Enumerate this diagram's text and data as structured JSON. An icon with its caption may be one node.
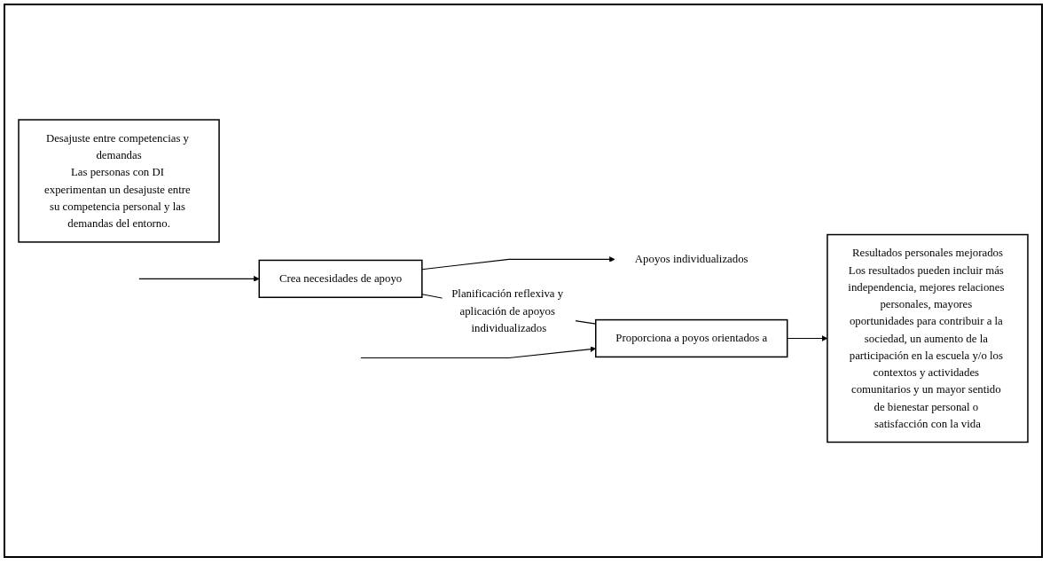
{
  "diagram": {
    "nodes": [
      {
        "text": [
          "Desajuste entre competencias y demandas",
          "Las personas con DI experimentan un desajuste entre su competencia personal y las demandas del entorno."
        ]
      },
      {
        "text": [
          "Crea necesidades de apoyo"
        ]
      },
      {
        "text": [
          "Apoyos individualizados"
        ]
      },
      {
        "text": [
          "Proporciona a poyos orientados a"
        ]
      },
      {
        "text": [
          "Resultados personales mejorados",
          "Los resultados pueden incluir más independencia, mejores relaciones personales, mayores oportunidades para contribuir a la sociedad, un aumento de la participación en la escuela y/o los contextos y actividades comunitarios y un mayor sentido de bienestar personal o satisfacción con la vida"
        ]
      }
    ],
    "edges": [
      {
        "from": null,
        "to": 1,
        "arrow": "to"
      },
      {
        "from": 1,
        "to": 2,
        "arrow": "to"
      },
      {
        "from": 1,
        "to": 3,
        "arrow": "none",
        "label": "Planificación reflexiva y aplicación de apoyos individualizados"
      },
      {
        "from": null,
        "to": 3,
        "arrow": "to"
      },
      {
        "from": 3,
        "to": 4,
        "arrow": "to"
      }
    ]
  }
}
